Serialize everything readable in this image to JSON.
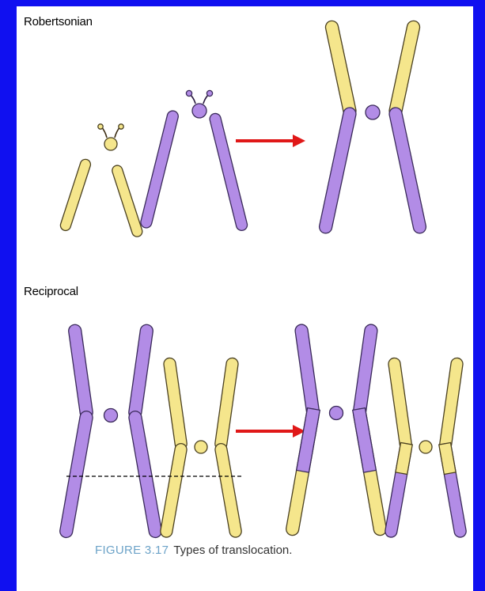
{
  "sections": {
    "robertsonian": "Robertsonian",
    "reciprocal": "Reciprocal"
  },
  "caption": {
    "figure_number": "FIGURE 3.17",
    "text": "Types of translocation."
  },
  "colors": {
    "background_frame": "#1010f0",
    "yellow_chromosome": "#f5e68c",
    "purple_chromosome": "#b28ce6",
    "outline": "#3a2a5a",
    "arrow": "#e01818",
    "caption_figure": "#6da3c8"
  }
}
